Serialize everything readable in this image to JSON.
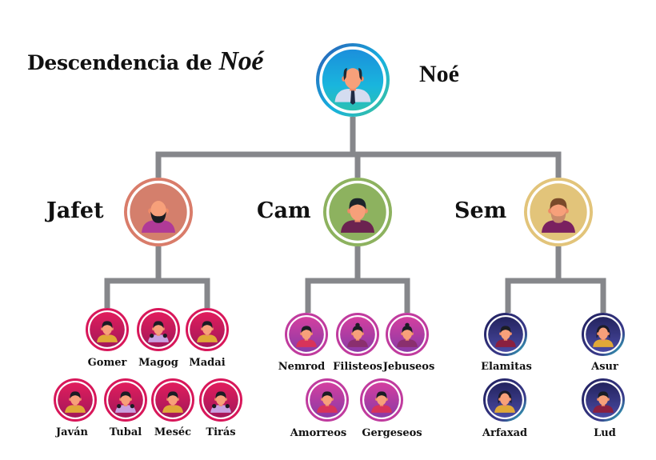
{
  "title": {
    "prefix": "Descendencia de",
    "name": "Noé"
  },
  "root": {
    "name": "Noé",
    "avatar": "bald-man-shirt-tie-icon",
    "ring_colors": [
      "#2a63b8",
      "#14b2df",
      "#3dbf9b"
    ]
  },
  "sons": [
    {
      "name": "Jafet",
      "avatar": "bald-bearded-man-icon",
      "ring_color": "#d97c6a",
      "children_ring_color": "#d8175a",
      "children": [
        {
          "name": "Gomer",
          "avatar": "boy-icon"
        },
        {
          "name": "Magog",
          "avatar": "girl-icon"
        },
        {
          "name": "Madai",
          "avatar": "boy-icon"
        },
        {
          "name": "Javán",
          "avatar": "boy-icon"
        },
        {
          "name": "Tubal",
          "avatar": "girl-icon"
        },
        {
          "name": "Meséc",
          "avatar": "boy-icon"
        },
        {
          "name": "Tirás",
          "avatar": "girl-icon"
        }
      ]
    },
    {
      "name": "Cam",
      "avatar": "dark-haired-man-icon",
      "ring_color": "#8db25f",
      "children_ring_color": "#b93c9c",
      "children": [
        {
          "name": "Nemrod",
          "avatar": "man-icon"
        },
        {
          "name": "Filisteos",
          "avatar": "woman-bun-icon"
        },
        {
          "name": "Jebuseos",
          "avatar": "woman-bun-icon"
        },
        {
          "name": "Amorreos",
          "avatar": "man-icon"
        },
        {
          "name": "Gergeseos",
          "avatar": "man-icon"
        }
      ]
    },
    {
      "name": "Sem",
      "avatar": "brown-haired-bearded-man-icon",
      "ring_color": "#e2c47a",
      "children_ring_color": "#2b2a6b",
      "children": [
        {
          "name": "Elamitas",
          "avatar": "man-icon"
        },
        {
          "name": "Asur",
          "avatar": "curly-woman-icon"
        },
        {
          "name": "Arfaxad",
          "avatar": "curly-woman-icon"
        },
        {
          "name": "Lud",
          "avatar": "man-icon"
        }
      ]
    }
  ],
  "connector_color": "#86878b"
}
